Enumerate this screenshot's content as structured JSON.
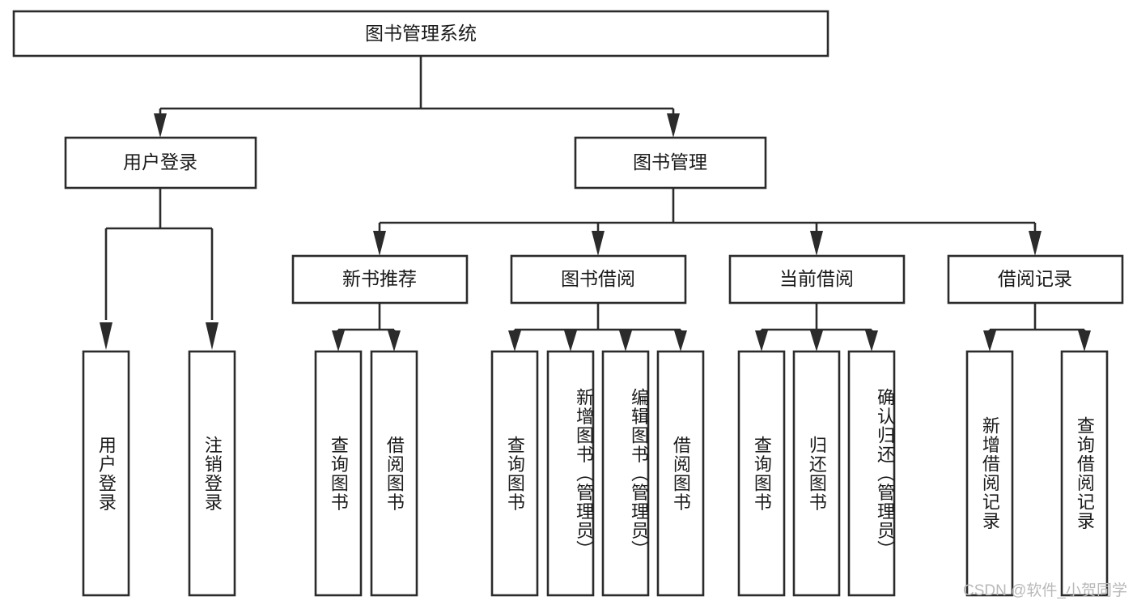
{
  "diagram": {
    "title": "图书管理系统",
    "type": "tree-hierarchy",
    "orientation": "top-down",
    "colors": {
      "stroke": "#2b2b2b",
      "fill": "#ffffff",
      "text": "#1a1a1a",
      "watermark": "#b9b9b9",
      "background": "#ffffff"
    },
    "root": {
      "label": "图书管理系统"
    },
    "level2": [
      {
        "label": "用户登录"
      },
      {
        "label": "图书管理"
      }
    ],
    "level3": [
      {
        "label": "新书推荐"
      },
      {
        "label": "图书借阅"
      },
      {
        "label": "当前借阅"
      },
      {
        "label": "借阅记录"
      }
    ],
    "leaves": [
      {
        "label": "用户登录",
        "parent": "用户登录"
      },
      {
        "label": "注销登录",
        "parent": "用户登录"
      },
      {
        "label": "查询图书",
        "parent": "新书推荐"
      },
      {
        "label": "借阅图书",
        "parent": "新书推荐"
      },
      {
        "label": "查询图书",
        "parent": "图书借阅"
      },
      {
        "label": "新增图书（管理员）",
        "parent": "图书借阅"
      },
      {
        "label": "编辑图书（管理员）",
        "parent": "图书借阅"
      },
      {
        "label": "借阅图书",
        "parent": "图书借阅"
      },
      {
        "label": "查询图书",
        "parent": "当前借阅"
      },
      {
        "label": "归还图书",
        "parent": "当前借阅"
      },
      {
        "label": "确认归还（管理员）",
        "parent": "当前借阅"
      },
      {
        "label": "新增借阅记录",
        "parent": "借阅记录"
      },
      {
        "label": "查询借阅记录",
        "parent": "借阅记录"
      }
    ],
    "watermark": "CSDN @软件_小贺同学"
  }
}
